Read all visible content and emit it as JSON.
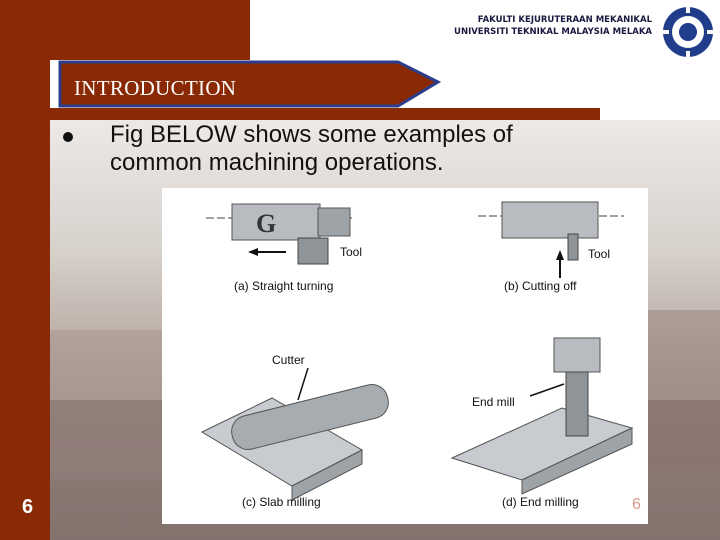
{
  "header": {
    "faculty": "FAKULTI KEJURUTERAAN MEKANIKAL",
    "university": "UNIVERSITI TEKNIKAL MALAYSIA MELAKA"
  },
  "banner": {
    "title": "INTRODUCTION"
  },
  "content": {
    "bullet_text": "Fig BELOW shows some examples of common machining operations."
  },
  "figure": {
    "labels": {
      "tool_a": "Tool",
      "tool_b": "Tool",
      "cutter": "Cutter",
      "end_mill": "End mill"
    },
    "captions": {
      "a": "(a) Straight turning",
      "b": "(b) Cutting off",
      "c": "(c) Slab milling",
      "d": "(d) End milling"
    }
  },
  "footer": {
    "slide_number": "6",
    "faint_number": "6"
  },
  "colors": {
    "maroon": "#8a2a05",
    "logo_blue": "#1f3d8a"
  }
}
